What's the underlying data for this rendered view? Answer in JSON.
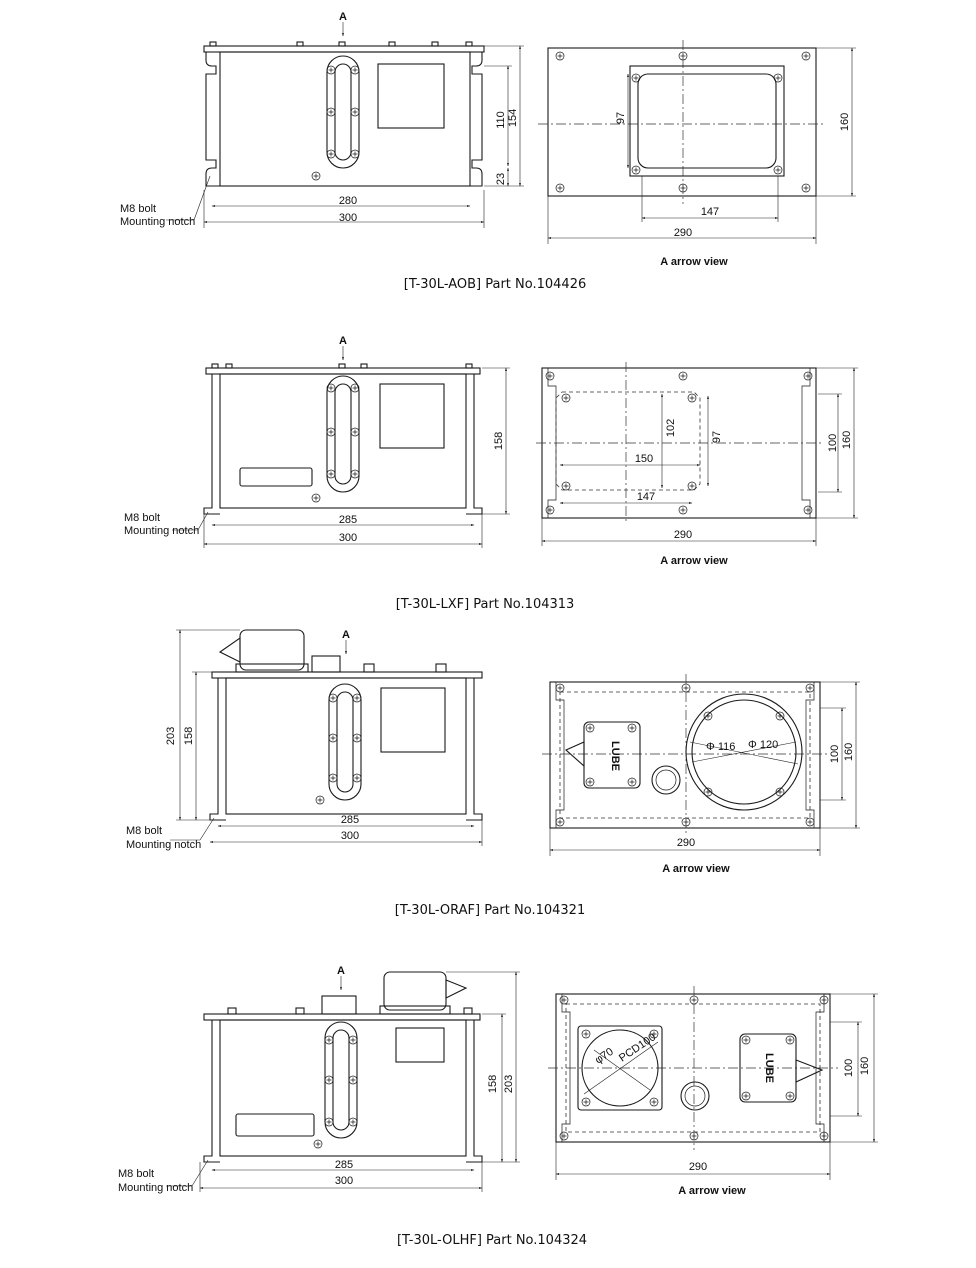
{
  "arrow_mark": "A",
  "bolt_label": "M8 bolt",
  "notch_label": "Mounting notch",
  "view_label": "A arrow view",
  "aob": {
    "caption": "[T-30L-AOB] Part No.104426",
    "d_280": "280",
    "d_300": "300",
    "d_110": "110",
    "d_154": "154",
    "d_23": "23",
    "d_97": "97",
    "d_160": "160",
    "d_147": "147",
    "d_290": "290"
  },
  "lxf": {
    "caption": "[T-30L-LXF] Part No.104313",
    "d_285": "285",
    "d_300": "300",
    "d_158": "158",
    "d_102": "102",
    "d_97": "97",
    "d_150": "150",
    "d_147": "147",
    "d_100": "100",
    "d_160": "160",
    "d_290": "290"
  },
  "oraf": {
    "caption": "[T-30L-ORAF] Part No.104321",
    "d_203": "203",
    "d_158": "158",
    "d_285": "285",
    "d_300": "300",
    "d_116": "Φ 116",
    "d_120": "Φ 120",
    "d_100": "100",
    "d_160": "160",
    "d_290": "290",
    "lube": "LUBE"
  },
  "olhf": {
    "caption": "[T-30L-OLHF] Part No.104324",
    "d_158": "158",
    "d_203": "203",
    "d_285": "285",
    "d_300": "300",
    "d_70": "φ70",
    "d_pcd": "PCD100",
    "d_100": "100",
    "d_160": "160",
    "d_290": "290",
    "lube": "LUBE"
  },
  "icons": [
    "bolt-icon",
    "sight-glass-icon",
    "arrow-down-icon"
  ]
}
